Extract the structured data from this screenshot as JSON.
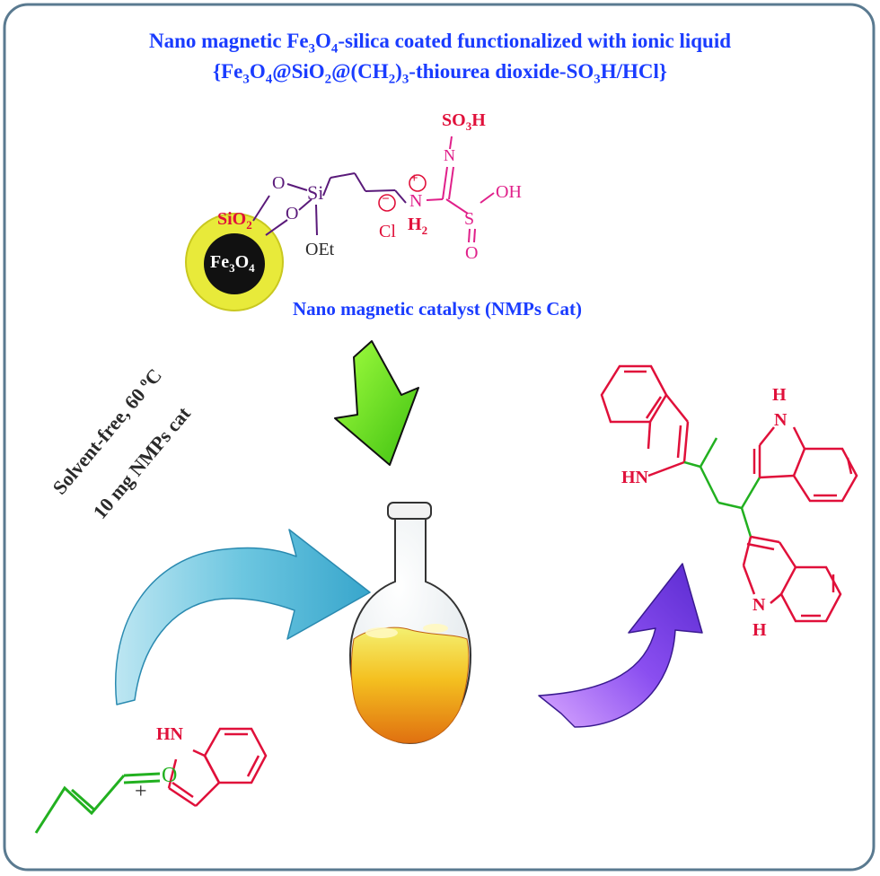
{
  "title": {
    "line1": {
      "pre": "Nano magnetic Fe",
      "s1": "3",
      "mid": "O",
      "s2": "4",
      "post": "-silica coated functionalized with ionic liquid"
    },
    "line2": {
      "a": "{Fe",
      "s1": "3",
      "b": "O",
      "s2": "4",
      "c": "@SiO",
      "s3": "2",
      "d": "@(CH",
      "s4": "2",
      "e": ")",
      "s5": "3",
      "f": "-thiourea dioxide-SO",
      "s6": "3",
      "g": "H/HCl}"
    }
  },
  "catalyst": {
    "shell": {
      "text": "SiO",
      "sub": "2"
    },
    "core": {
      "text": "Fe",
      "sub1": "3",
      "mid": "O",
      "sub2": "4"
    },
    "o1": "O",
    "o2": "O",
    "si": "Si",
    "oet": "OEt",
    "so3h": {
      "text": "SO",
      "sub": "3",
      "post": "H"
    },
    "n_top": "N",
    "n_plus": "N",
    "plus": "+",
    "minus": "−",
    "h2": {
      "text": "H",
      "sub": "2"
    },
    "cl": "Cl",
    "s": "S",
    "oh": "OH",
    "o_bottom": "O",
    "label": "Nano magnetic catalyst (NMPs Cat)"
  },
  "conditions": {
    "line1": {
      "text": "Solvent-free, 60 ",
      "sup": "o",
      "post": "C"
    },
    "line2": "10 mg NMPs cat"
  },
  "reactants": {
    "aldehyde_o": "O",
    "plus": "+",
    "indole_nh": "HN"
  },
  "product": {
    "nh_top": "H",
    "n_top": "N",
    "hn_left": "HN",
    "n_bottom": "N",
    "h_bottom": "H"
  },
  "colors": {
    "title": "#1a3cff",
    "indole": "#e0103a",
    "sulfonic": "#e0208a",
    "linker": "#5a1a7a",
    "shell": "#e8ea3a",
    "core": "#111111",
    "arrow_green": "#55e020",
    "arrow_cyan": "#48b8d8",
    "arrow_purple": "#7a40e0",
    "flask_liquid": "#f0a020",
    "frame": "#5a7a90"
  },
  "icons": [
    "down-arrow-icon",
    "curved-arrow-right-icon",
    "curved-arrow-up-icon",
    "round-bottom-flask-icon"
  ]
}
